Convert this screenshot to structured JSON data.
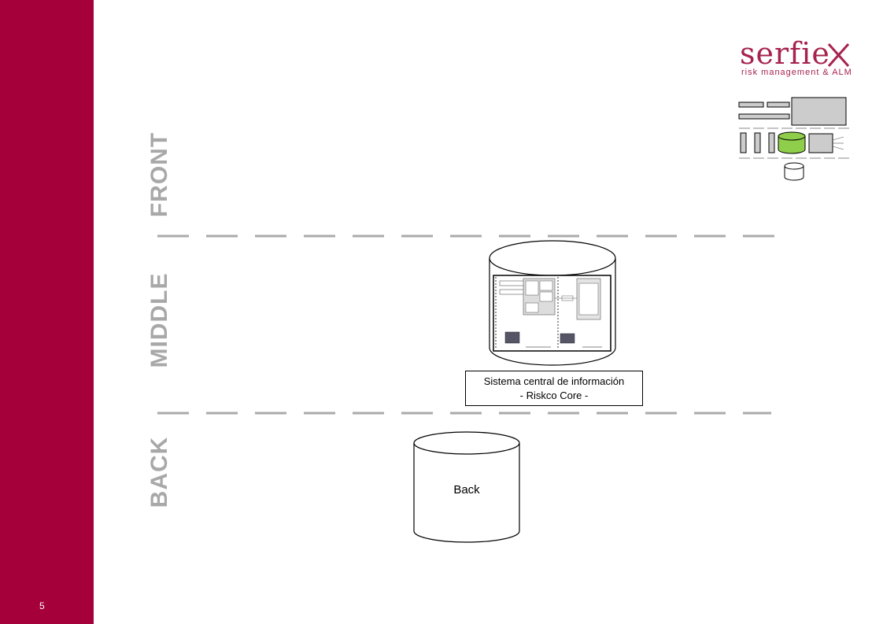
{
  "page": {
    "number": "5"
  },
  "layers": {
    "front": "FRONT",
    "middle": "MIDDLE",
    "back": "BACK"
  },
  "logo": {
    "word": "serfie",
    "mark": "X",
    "subtitle": "risk management & ALM"
  },
  "core_system": {
    "line1": "Sistema central de información",
    "line2": "- Riskco Core -"
  },
  "back_system": {
    "label": "Back"
  },
  "colors": {
    "brand": "#a6003a",
    "layer_text": "#a8a8a8",
    "highlight": "#8fce4a"
  }
}
